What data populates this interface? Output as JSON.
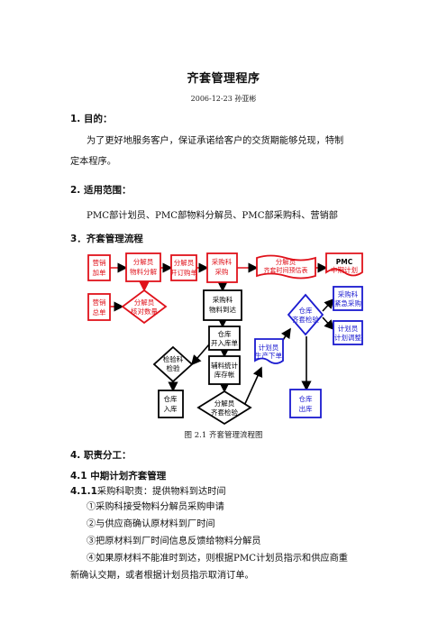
{
  "doc": {
    "title": "齐套管理程序",
    "date_author": "2006-12-23  孙亚彬",
    "s1_heading": "1.  目的：",
    "s1_text_line1": "为了更好地服务客户，保证承诺给客户的交货期能够兑现，特制",
    "s1_text_line2": "定本程序。",
    "s2_heading": "2.  适用范围：",
    "s2_text": "PMC部计划员、PMC部物料分解员、PMC部采购科、营销部",
    "s3_heading": "3．齐套管理流程",
    "figure_caption": "图 2.1  齐套管理流程图",
    "s4_heading": "4.  职责分工：",
    "s41_heading": "4.1  中期计划齐套管理",
    "s411_num": "4.1.1",
    "s411_text": "采购科职责：提供物料到达时间",
    "item1": "①采购科接受物料分解员采购申请",
    "item2": "②与供应商确认原材料到厂时间",
    "item3": "③把原材料到厂时间信息反馈给物料分解员",
    "item4_line1": "④如果原材料不能准时到达，则根据PMC计划员指示和供应商重",
    "item4_line2": "新确认交期，或者根据计划员指示取消订单。"
  },
  "flow": {
    "yx1": [
      "营销",
      "加单"
    ],
    "fjy1": [
      "分解员",
      "物料分解"
    ],
    "fjy2": [
      "分解员",
      "开订购单"
    ],
    "cgk1": [
      "采购科",
      "采购"
    ],
    "fjy3": [
      "分解员",
      "齐套时间预估表"
    ],
    "pmc": [
      "PMC",
      "中期计划"
    ],
    "yx2": [
      "营销",
      "总单"
    ],
    "fjy4": [
      "分解员",
      "核对数量"
    ],
    "cgk2": [
      "采购科",
      "物料到达"
    ],
    "ck_qt": [
      "仓库",
      "齐套检验"
    ],
    "cgk3": [
      "采购科",
      "紧急采购"
    ],
    "ck_kr": [
      "仓库",
      "开入库单"
    ],
    "jyk": [
      "检验科",
      "检验"
    ],
    "fl": [
      "辅料统计",
      "库存帐"
    ],
    "jhy1": [
      "计划员",
      "生产下单"
    ],
    "jhy2": [
      "计划员",
      "计划调整"
    ],
    "ck_rk": [
      "仓库",
      "入库"
    ],
    "fjy5": [
      "分解员",
      "齐套检验"
    ],
    "ck_ck": [
      "仓库",
      "出库"
    ]
  },
  "colors": {
    "red": "#e0121b",
    "blue": "#1a1ad0",
    "black": "#000000"
  }
}
